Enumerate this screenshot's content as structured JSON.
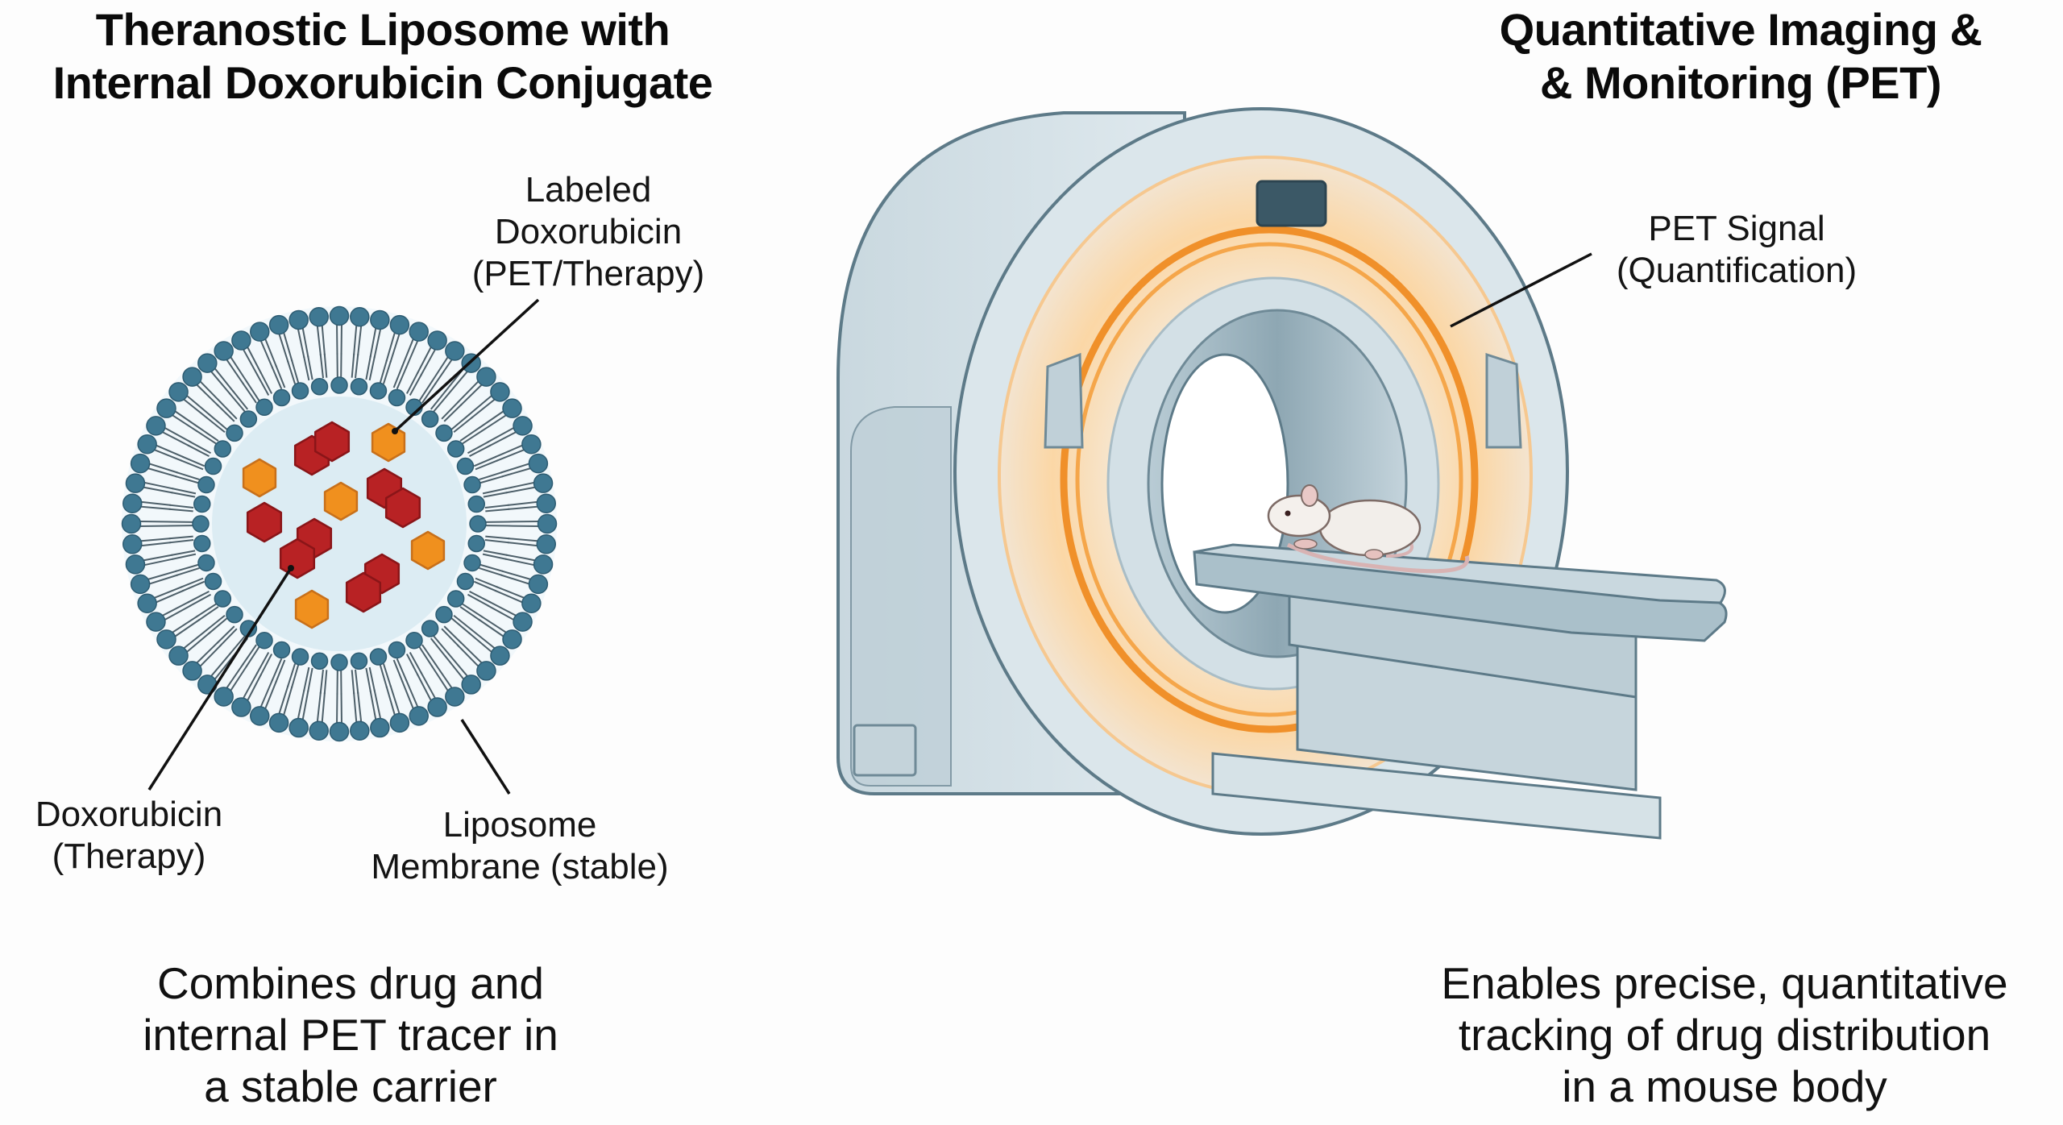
{
  "left_panel": {
    "title_lines": [
      "Theranostic Liposome with",
      "Internal Doxorubicin Conjugate"
    ],
    "labels": {
      "labeled_doxorubicin": [
        "Labeled",
        "Doxorubicin",
        "(PET/Therapy)"
      ],
      "doxorubicin": [
        "Doxorubicin",
        "(Therapy)"
      ],
      "membrane": [
        "Liposome",
        "Membrane (stable)"
      ]
    },
    "caption_lines": [
      "Combines drug and",
      "internal PET tracer in",
      "a stable carrier"
    ],
    "legend_colors": {
      "labeled_doxorubicin": "#f0901e",
      "doxorubicin": "#b82224",
      "lipid_head": "#3f7892",
      "interior": "#dcecf3"
    }
  },
  "right_panel": {
    "title_lines": [
      "Quantitative Imaging &",
      "& Monitoring (PET)"
    ],
    "labels": {
      "pet_signal": [
        "PET Signal",
        "(Quantification)"
      ]
    },
    "caption_lines": [
      "Enables precise, quantitative",
      "tracking of drug distribution",
      "in a mouse body"
    ],
    "colors": {
      "scanner_body": "#d3e0e6",
      "scanner_outline": "#5d7a88",
      "pet_ring": "#f39a2c"
    }
  }
}
